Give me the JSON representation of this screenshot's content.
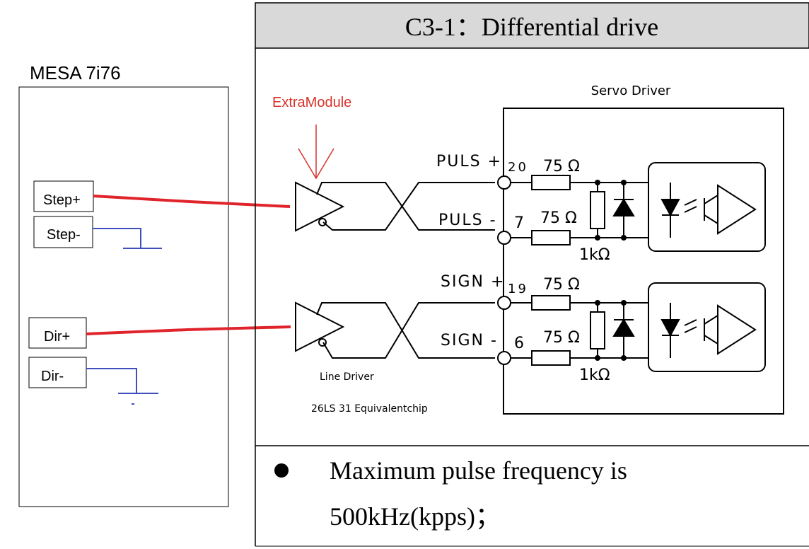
{
  "left_panel": {
    "title": "MESA 7i76",
    "step_plus": "Step+",
    "step_minus": "Step-",
    "dir_plus": "Dir+",
    "dir_minus": "Dir-"
  },
  "right_panel": {
    "header": "C3-1：Differential drive",
    "extra_module": "ExtraModule",
    "servo_driver": "Servo Driver",
    "line_driver": "Line Driver",
    "chip": "26LS 31 Equivalentchip",
    "puls_plus": "PULS +",
    "puls_minus": "PULS -",
    "sign_plus": "SIGN +",
    "sign_minus": "SIGN -",
    "pin_20": "20",
    "pin_7": "7",
    "pin_19": "19",
    "pin_6": "6",
    "r75": "75 Ω",
    "r1k": "1kΩ",
    "footer_line1": "Maximum pulse frequency is",
    "footer_line2": "500kHz(kpps)；"
  },
  "colors": {
    "wire_red": "#e0242b",
    "ground_blue": "#3f4fbf",
    "extra_module_text": "#d9332b",
    "header_bg": "#d9d9d9"
  }
}
